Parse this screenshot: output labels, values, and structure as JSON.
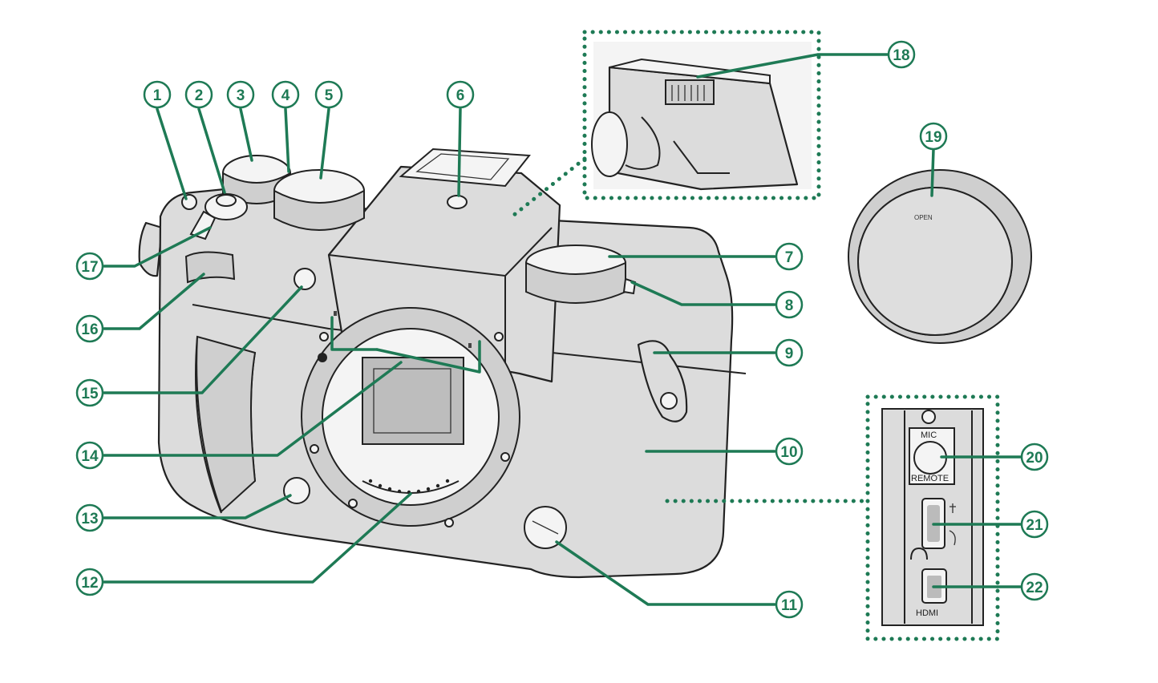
{
  "labels": {
    "port_mic": "MIC",
    "port_remote": "REMOTE",
    "port_hdmi": "HDMI",
    "cap_open": "OPEN"
  },
  "callouts": [
    {
      "n": "1"
    },
    {
      "n": "2"
    },
    {
      "n": "3"
    },
    {
      "n": "4"
    },
    {
      "n": "5"
    },
    {
      "n": "6"
    },
    {
      "n": "7"
    },
    {
      "n": "8"
    },
    {
      "n": "9"
    },
    {
      "n": "10"
    },
    {
      "n": "11"
    },
    {
      "n": "12"
    },
    {
      "n": "13"
    },
    {
      "n": "14"
    },
    {
      "n": "15"
    },
    {
      "n": "16"
    },
    {
      "n": "17"
    },
    {
      "n": "18"
    },
    {
      "n": "19"
    },
    {
      "n": "20"
    },
    {
      "n": "21"
    },
    {
      "n": "22"
    }
  ],
  "colors": {
    "accent": "#1e7a55",
    "body": "#dcdcdc",
    "outline": "#222222"
  }
}
